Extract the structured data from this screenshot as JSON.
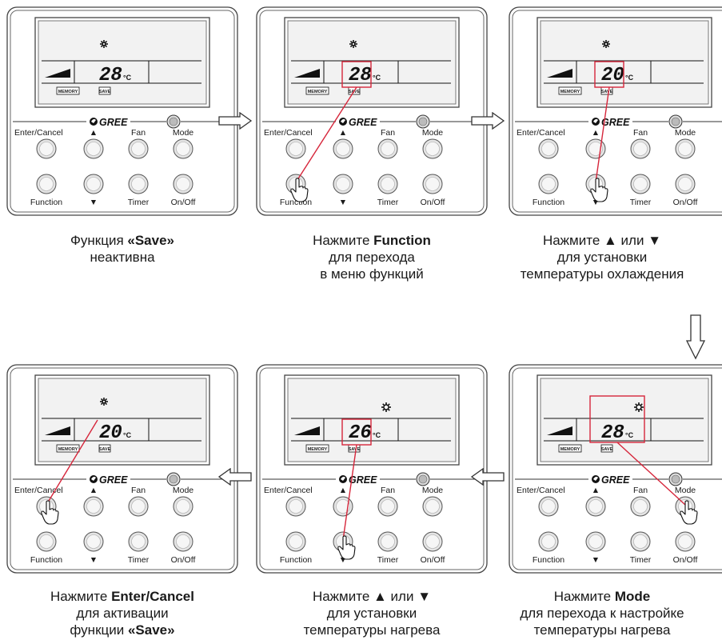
{
  "remote": {
    "brand": "GREE",
    "buttons": {
      "enter_cancel": "Enter/Cancel",
      "up": "▲",
      "fan": "Fan",
      "mode": "Mode",
      "function": "Function",
      "down": "▼",
      "timer": "Timer",
      "on_off": "On/Off"
    },
    "memory_label": "MEMORY",
    "save_label": "SAVE",
    "degree_unit": "°C"
  },
  "steps": [
    {
      "temperature": "28",
      "mode_icon": "snowflake-icon",
      "caption": [
        [
          "Функция ",
          "«Save»",
          ""
        ],
        [
          "неактивна",
          "",
          ""
        ]
      ]
    },
    {
      "temperature": "28",
      "mode_icon": "snowflake-icon",
      "pressed_button": "function",
      "caption": [
        [
          "Нажмите ",
          "Function",
          ""
        ],
        [
          "для перехода",
          "",
          ""
        ],
        [
          "в меню функций",
          "",
          ""
        ]
      ]
    },
    {
      "temperature": "20",
      "mode_icon": "snowflake-icon",
      "pressed_button": "down",
      "caption": [
        [
          "Нажмите  ▲ или ▼",
          "",
          ""
        ],
        [
          "для установки",
          "",
          ""
        ],
        [
          "температуры охлаждения",
          "",
          ""
        ]
      ]
    },
    {
      "temperature": "28",
      "mode_icon": "sun-icon",
      "pressed_button": "mode",
      "caption": [
        [
          "Нажмите ",
          "Mode",
          ""
        ],
        [
          "для перехода к настройке",
          "",
          ""
        ],
        [
          "температуры нагрева",
          "",
          ""
        ]
      ]
    },
    {
      "temperature": "26",
      "mode_icon": "sun-icon",
      "pressed_button": "down",
      "caption": [
        [
          "Нажмите  ▲ или ▼",
          "",
          ""
        ],
        [
          "для установки",
          "",
          ""
        ],
        [
          "температуры нагрева",
          "",
          ""
        ]
      ]
    },
    {
      "temperature": "20",
      "mode_icon": "snowflake-icon",
      "pressed_button": "enter_cancel",
      "caption": [
        [
          "Нажмите ",
          "Enter/Cancel",
          ""
        ],
        [
          "для активации",
          "",
          ""
        ],
        [
          "функции ",
          "«Save»",
          ""
        ]
      ]
    }
  ],
  "colors": {
    "highlight": "#d6263b",
    "outline": "#333333",
    "button_fill": "#e4e4e4"
  }
}
